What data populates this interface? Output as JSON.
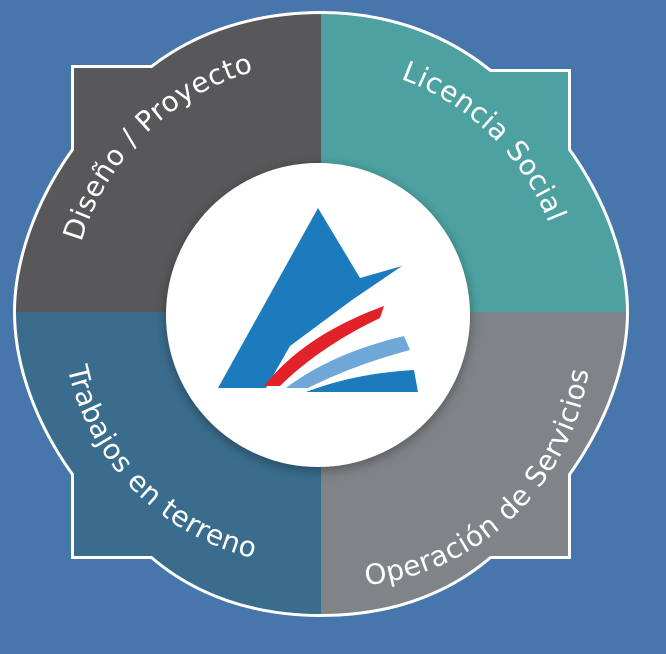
{
  "colors": {
    "background": "#4676ac",
    "ring_outline": "#ffffff",
    "design": "#58585b",
    "social": "#4da2a1",
    "field": "#3a6d8d",
    "operations": "#808387",
    "center": "#ffffff",
    "logo_blue": "#1b7bbd",
    "logo_red": "#e32128",
    "logo_light_blue": "#6fa8d8"
  },
  "segments": {
    "design": "Diseño / Proyecto",
    "social": "Licencia Social",
    "field": "Trabajos en terreno",
    "operations": "Operación de Servicios"
  },
  "center_logo": "mountain-logo-icon"
}
